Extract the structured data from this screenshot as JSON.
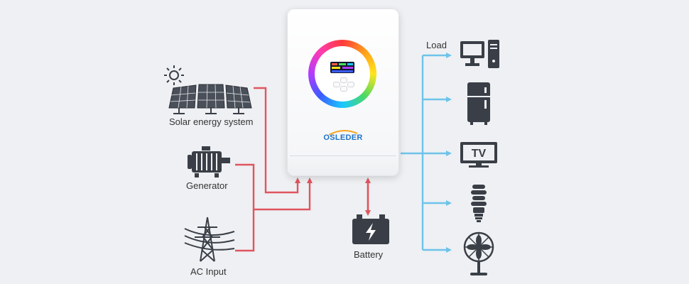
{
  "inverter": {
    "brand": "OSLEDER"
  },
  "inputs": [
    {
      "label": "Solar energy system",
      "icon": "solar-panel-icon"
    },
    {
      "label": "Generator",
      "icon": "generator-icon"
    },
    {
      "label": "AC Input",
      "icon": "power-pylon-icon"
    }
  ],
  "battery": {
    "label": "Battery",
    "icon": "battery-icon"
  },
  "load": {
    "title": "Load",
    "devices": [
      {
        "name": "computer-icon"
      },
      {
        "name": "refrigerator-icon"
      },
      {
        "name": "tv-icon",
        "text": "TV"
      },
      {
        "name": "light-bulb-icon"
      },
      {
        "name": "fan-icon"
      }
    ]
  },
  "colors": {
    "input_lines": "#e0555f",
    "output_lines": "#6ec3ea",
    "brand": "#1e73c8",
    "icon": "#3a3f47",
    "background": "#eef0f3"
  }
}
